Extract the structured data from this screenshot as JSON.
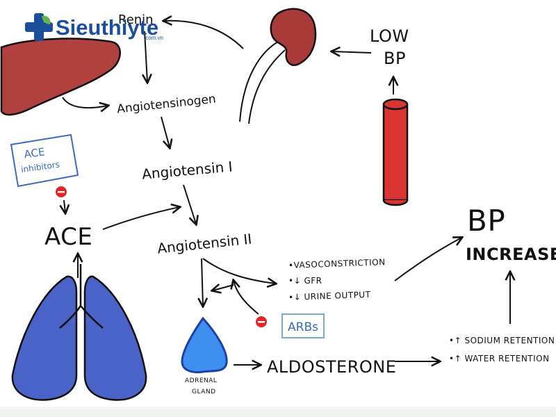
{
  "brand": {
    "name": "Sieuthiyte",
    "domain": ".com.vn",
    "colors": {
      "blue": "#1b4f9c",
      "green": "#5fb548"
    }
  },
  "nodes": {
    "renin": "Renin",
    "angiotensinogen": "Angiotensinogen",
    "angiotensin_1": "Angiotensin I",
    "angiotensin_2": "Angiotensin II",
    "ace": "ACE",
    "ace_inhibitors": [
      "ACE",
      "inhibitors"
    ],
    "low_bp": [
      "LOW",
      "BP"
    ],
    "effects": [
      "•VASOCONSTRICTION",
      "•↓ GFR",
      "•↓ URINE OUTPUT"
    ],
    "arbs": "ARBs",
    "adrenal_gland": [
      "ADRENAL",
      "GLAND"
    ],
    "aldosterone": "ALDOSTERONE",
    "retention": [
      "•↑ SODIUM RETENTION",
      "•↑ WATER RETENTION"
    ],
    "bp_increased": [
      "BP",
      "INCREASED"
    ],
    "inhibit_symbol": "−"
  },
  "colors": {
    "organ_red": "#b0413e",
    "kidney_red": "#a83a3a",
    "vessel_red": "#d93431",
    "lung_blue": "#4a63c9",
    "gland_blue": "#3f8ff0",
    "box_blue": "#3b68c4",
    "arb_blue": "#7aaad6",
    "inhibit_red": "#e0262a"
  }
}
